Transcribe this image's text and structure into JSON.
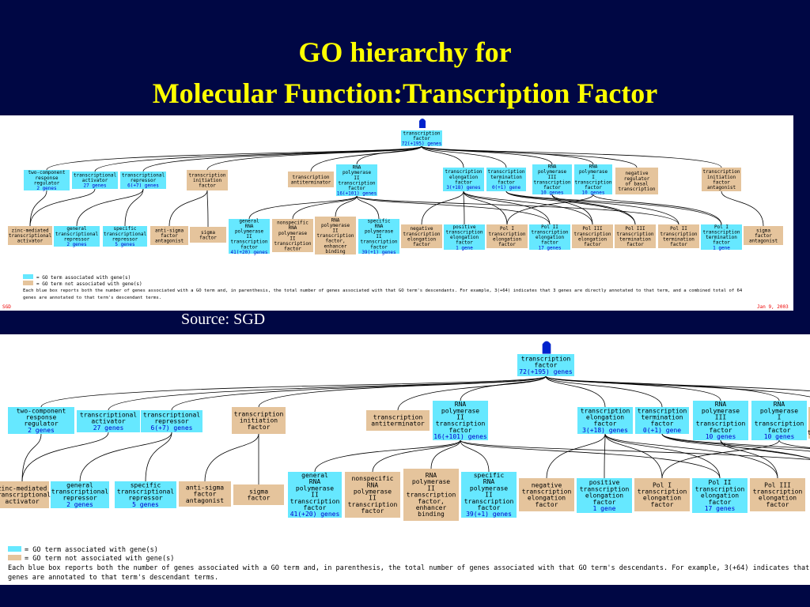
{
  "title": {
    "line1": "GO hierarchy for",
    "line2": "Molecular Function:Transcription Factor"
  },
  "source_caption": "Source: SGD",
  "colors": {
    "background": "#000744",
    "title": "#ffff00",
    "annotated_box": "#66e8ff",
    "unannotated_box": "#e5c49c",
    "count_text": "#0000cc",
    "sgd_tag": "#ee0000"
  },
  "panel_small": {
    "sgd_label": "SGD",
    "date": "Jan 9, 2003"
  },
  "legend": {
    "blue": "= GO term associated with gene(s)",
    "tan": "= GO term not associated with gene(s)",
    "note_small_1": "Each blue box reports both the number of genes associated with a GO term and, in parenthesis, the total number of genes associated with that GO term's descendants. For example, 3(+64) indicates that 3 genes are directly annotated to that term, and a combined total of 64",
    "note_small_2": "genes are annotated to that term's descendant terms.",
    "note_big_1": "Each blue box reports both the number of genes associated with a GO term and, in parenthesis, the total number of genes associated with that GO term's descendants. For example, 3(+64) indicates that 3 genes are directly",
    "note_big_2": "genes are annotated to that term's descendant terms."
  },
  "nodes": [
    {
      "id": "root",
      "lines": [
        "transcription",
        "factor"
      ],
      "count": "72(+195) genes",
      "color": "blue"
    },
    {
      "id": "two_component",
      "lines": [
        "two-component",
        "response",
        "regulator"
      ],
      "count": "2 genes",
      "color": "blue"
    },
    {
      "id": "tx_activator",
      "lines": [
        "transcriptional",
        "activator"
      ],
      "count": "27 genes",
      "color": "blue"
    },
    {
      "id": "tx_repressor",
      "lines": [
        "transcriptional",
        "repressor"
      ],
      "count": "6(+7) genes",
      "color": "blue"
    },
    {
      "id": "tx_initiation",
      "lines": [
        "transcription",
        "initiation",
        "factor"
      ],
      "count": "",
      "color": "tan"
    },
    {
      "id": "tx_antiterminator",
      "lines": [
        "transcription",
        "antiterminator"
      ],
      "count": "",
      "color": "tan"
    },
    {
      "id": "pol2",
      "lines": [
        "RNA",
        "polymerase",
        "II",
        "transcription",
        "factor"
      ],
      "count": "16(+101) genes",
      "color": "blue"
    },
    {
      "id": "tx_elongation",
      "lines": [
        "transcription",
        "elongation",
        "factor"
      ],
      "count": "3(+18) genes",
      "color": "blue"
    },
    {
      "id": "tx_termination",
      "lines": [
        "transcription",
        "termination",
        "factor"
      ],
      "count": "0(+1) gene",
      "color": "blue"
    },
    {
      "id": "pol3",
      "lines": [
        "RNA",
        "polymerase",
        "III",
        "transcription",
        "factor"
      ],
      "count": "10 genes",
      "color": "blue"
    },
    {
      "id": "pol1",
      "lines": [
        "RNA",
        "polymerase",
        "I",
        "transcription",
        "factor"
      ],
      "count": "10 genes",
      "color": "blue"
    },
    {
      "id": "neg_reg_basal",
      "lines": [
        "negative",
        "regulator",
        "of basal",
        "transcription"
      ],
      "count": "",
      "color": "tan"
    },
    {
      "id": "init_antagonist",
      "lines": [
        "transcription",
        "initiation",
        "factor",
        "antagonist"
      ],
      "count": "",
      "color": "tan"
    },
    {
      "id": "zinc_activator",
      "lines": [
        "zinc-mediated",
        "transcriptional",
        "activator"
      ],
      "count": "",
      "color": "tan"
    },
    {
      "id": "general_repressor",
      "lines": [
        "general",
        "transcriptional",
        "repressor"
      ],
      "count": "2 genes",
      "color": "blue"
    },
    {
      "id": "specific_repressor",
      "lines": [
        "specific",
        "transcriptional",
        "repressor"
      ],
      "count": "5 genes",
      "color": "blue"
    },
    {
      "id": "anti_sigma",
      "lines": [
        "anti-sigma",
        "factor",
        "antagonist"
      ],
      "count": "",
      "color": "tan"
    },
    {
      "id": "sigma",
      "lines": [
        "sigma",
        "factor"
      ],
      "count": "",
      "color": "tan"
    },
    {
      "id": "general_pol2",
      "lines": [
        "general",
        "RNA",
        "polymerase",
        "II",
        "transcription",
        "factor"
      ],
      "count": "41(+20) genes",
      "color": "blue"
    },
    {
      "id": "nonspecific_pol2",
      "lines": [
        "nonspecific",
        "RNA",
        "polymerase",
        "II",
        "transcription",
        "factor"
      ],
      "count": "",
      "color": "tan"
    },
    {
      "id": "pol2_enhancer",
      "lines": [
        "RNA",
        "polymerase",
        "II",
        "transcription",
        "factor,",
        "enhancer",
        "binding"
      ],
      "count": "",
      "color": "tan"
    },
    {
      "id": "specific_pol2",
      "lines": [
        "specific",
        "RNA",
        "polymerase",
        "II",
        "transcription",
        "factor"
      ],
      "count": "39(+1) genes",
      "color": "blue"
    },
    {
      "id": "neg_elongation",
      "lines": [
        "negative",
        "transcription",
        "elongation",
        "factor"
      ],
      "count": "",
      "color": "tan"
    },
    {
      "id": "pos_elongation",
      "lines": [
        "positive",
        "transcription",
        "elongation",
        "factor"
      ],
      "count": "1 gene",
      "color": "blue"
    },
    {
      "id": "pol1_elongation",
      "lines": [
        "Pol I",
        "transcription",
        "elongation",
        "factor"
      ],
      "count": "",
      "color": "tan"
    },
    {
      "id": "pol2_elongation",
      "lines": [
        "Pol II",
        "transcription",
        "elongation",
        "factor"
      ],
      "count": "17 genes",
      "color": "blue"
    },
    {
      "id": "pol3_elongation",
      "lines": [
        "Pol III",
        "transcription",
        "elongation",
        "factor"
      ],
      "count": "",
      "color": "tan"
    },
    {
      "id": "pol3_termination",
      "lines": [
        "Pol III",
        "transcription",
        "termination",
        "factor"
      ],
      "count": "",
      "color": "tan"
    },
    {
      "id": "pol2_termination",
      "lines": [
        "Pol II",
        "transcription",
        "termination",
        "factor"
      ],
      "count": "",
      "color": "tan"
    },
    {
      "id": "pol1_termination",
      "lines": [
        "Pol I",
        "transcription",
        "termination",
        "factor"
      ],
      "count": "1 gene",
      "color": "blue"
    },
    {
      "id": "sigma_antagonist",
      "lines": [
        "sigma",
        "factor",
        "antagonist"
      ],
      "count": "",
      "color": "tan"
    }
  ],
  "edges": [
    [
      "root",
      "two_component"
    ],
    [
      "root",
      "tx_activator"
    ],
    [
      "root",
      "tx_repressor"
    ],
    [
      "root",
      "tx_initiation"
    ],
    [
      "root",
      "tx_antiterminator"
    ],
    [
      "root",
      "pol2"
    ],
    [
      "root",
      "tx_elongation"
    ],
    [
      "root",
      "tx_termination"
    ],
    [
      "root",
      "pol3"
    ],
    [
      "root",
      "pol1"
    ],
    [
      "root",
      "neg_reg_basal"
    ],
    [
      "root",
      "init_antagonist"
    ],
    [
      "two_component",
      "zinc_activator"
    ],
    [
      "tx_activator",
      "zinc_activator"
    ],
    [
      "tx_repressor",
      "general_repressor"
    ],
    [
      "tx_repressor",
      "specific_repressor"
    ],
    [
      "tx_initiation",
      "anti_sigma"
    ],
    [
      "tx_initiation",
      "sigma"
    ],
    [
      "pol2",
      "general_pol2"
    ],
    [
      "pol2",
      "nonspecific_pol2"
    ],
    [
      "pol2",
      "pol2_enhancer"
    ],
    [
      "pol2",
      "specific_pol2"
    ],
    [
      "tx_elongation",
      "neg_elongation"
    ],
    [
      "tx_elongation",
      "pos_elongation"
    ],
    [
      "tx_elongation",
      "pol1_elongation"
    ],
    [
      "tx_elongation",
      "pol2_elongation"
    ],
    [
      "tx_elongation",
      "pol3_elongation"
    ],
    [
      "tx_termination",
      "pol3_termination"
    ],
    [
      "tx_termination",
      "pol2_termination"
    ],
    [
      "tx_termination",
      "pol1_termination"
    ],
    [
      "pol3",
      "pol3_elongation"
    ],
    [
      "pol3",
      "pol3_termination"
    ],
    [
      "pol1",
      "pol1_elongation"
    ],
    [
      "pol1",
      "pol1_termination"
    ],
    [
      "pol2",
      "pol2_elongation"
    ],
    [
      "pol2",
      "pol2_termination"
    ],
    [
      "init_antagonist",
      "sigma_antagonist"
    ]
  ]
}
